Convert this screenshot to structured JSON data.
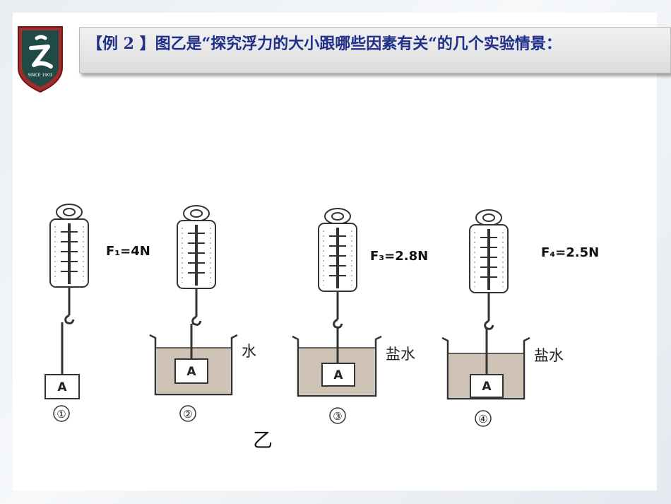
{
  "header": {
    "logo_text": "SINCE 1903",
    "title": "【例 2 】图乙是“探究浮力的大小跟哪些因素有关“的几个实验情景："
  },
  "figure": {
    "caption": "乙",
    "forces": {
      "f1": "F₁=4N",
      "f3": "F₃=2.8N",
      "f4": "F₄=2.5N"
    },
    "liquids": {
      "beaker2": "水",
      "beaker3": "盐水",
      "beaker4": "盐水"
    },
    "block_label": "A",
    "steps": [
      "①",
      "②",
      "③",
      "④"
    ]
  }
}
